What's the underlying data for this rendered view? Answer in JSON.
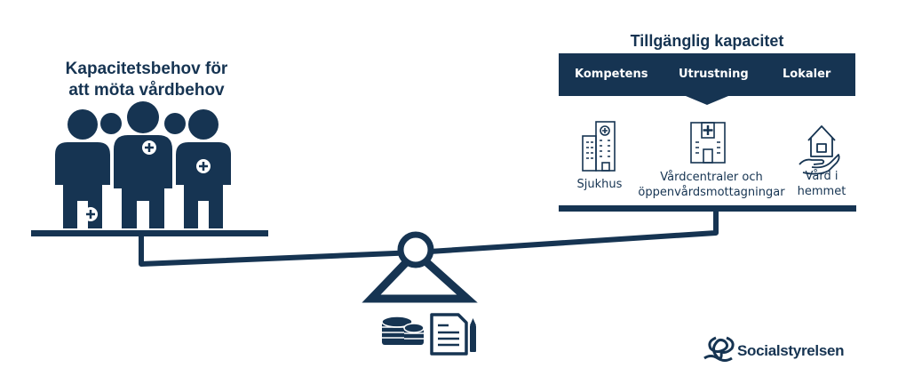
{
  "left": {
    "title_line1": "Kapacitetsbehov för",
    "title_line2": "att möta vårdbehov"
  },
  "right": {
    "title": "Tillgänglig kapacitet",
    "banner": [
      "Kompetens",
      "Utrustning",
      "Lokaler"
    ],
    "facilities": [
      {
        "lines": [
          "Sjukhus"
        ],
        "icon": "hospital-building-icon"
      },
      {
        "lines": [
          "Vårdcentraler och",
          "öppenvårdsmottagningar"
        ],
        "icon": "health-center-icon"
      },
      {
        "lines": [
          "Vård i",
          "hemmet"
        ],
        "icon": "home-care-icon"
      }
    ]
  },
  "bottom_icons": [
    "coins-icon",
    "document-icon",
    "pen-icon"
  ],
  "brand": {
    "name": "Socialstyrelsen",
    "logo": "socialstyrelsen-logo-icon"
  },
  "colors": {
    "navy": "#163452",
    "white": "#ffffff"
  }
}
